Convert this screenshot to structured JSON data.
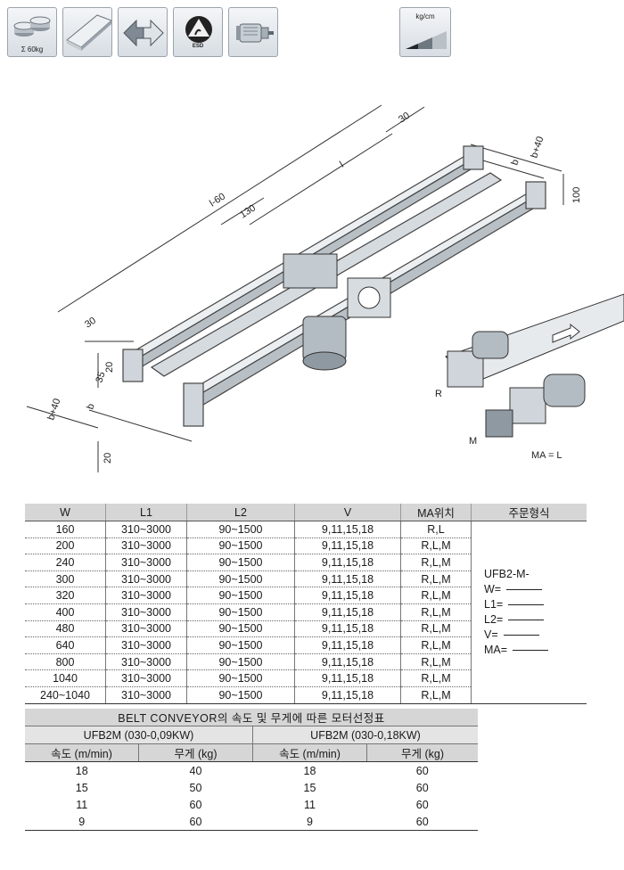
{
  "icons": [
    {
      "name": "load-weights-icon",
      "caption": "Σ 60kg"
    },
    {
      "name": "timing-belt-icon",
      "caption": ""
    },
    {
      "name": "bidirectional-arrow-icon",
      "caption": ""
    },
    {
      "name": "esd-warning-icon",
      "caption": "ESD"
    },
    {
      "name": "motor-icon",
      "caption": ""
    },
    {
      "name": "load-rating-icon",
      "caption": "kg/cm"
    }
  ],
  "drawing": {
    "dimensions": [
      "l-60",
      "l",
      "30",
      "130",
      "30",
      "b+40",
      "b",
      "b+40",
      "b",
      "35",
      "20",
      "20",
      "100"
    ],
    "detail_labels": {
      "r": "R",
      "m": "M",
      "ma": "MA = L"
    }
  },
  "spec_table": {
    "headers": [
      "W",
      "L1",
      "L2",
      "V",
      "MA위치",
      "주문형식"
    ],
    "rows": [
      [
        "160",
        "310~3000",
        "90~1500",
        "9,11,15,18",
        "R,L"
      ],
      [
        "200",
        "310~3000",
        "90~1500",
        "9,11,15,18",
        "R,L,M"
      ],
      [
        "240",
        "310~3000",
        "90~1500",
        "9,11,15,18",
        "R,L,M"
      ],
      [
        "300",
        "310~3000",
        "90~1500",
        "9,11,15,18",
        "R,L,M"
      ],
      [
        "320",
        "310~3000",
        "90~1500",
        "9,11,15,18",
        "R,L,M"
      ],
      [
        "400",
        "310~3000",
        "90~1500",
        "9,11,15,18",
        "R,L,M"
      ],
      [
        "480",
        "310~3000",
        "90~1500",
        "9,11,15,18",
        "R,L,M"
      ],
      [
        "640",
        "310~3000",
        "90~1500",
        "9,11,15,18",
        "R,L,M"
      ],
      [
        "800",
        "310~3000",
        "90~1500",
        "9,11,15,18",
        "R,L,M"
      ],
      [
        "1040",
        "310~3000",
        "90~1500",
        "9,11,15,18",
        "R,L,M"
      ],
      [
        "240~1040",
        "310~3000",
        "90~1500",
        "9,11,15,18",
        "R,L,M"
      ]
    ],
    "order_format": {
      "title": "UFB2-M-",
      "fields": [
        "W=",
        "L1=",
        "L2=",
        "V=",
        "MA="
      ]
    }
  },
  "speed_table": {
    "title": "BELT CONVEYOR의 속도 및 무게에 따른 모터선정표",
    "groups": [
      "UFB2M (030-0,09KW)",
      "UFB2M (030-0,18KW)"
    ],
    "headers": [
      "속도 (m/min)",
      "무게 (kg)",
      "속도 (m/min)",
      "무게 (kg)"
    ],
    "rows": [
      [
        "18",
        "40",
        "18",
        "60"
      ],
      [
        "15",
        "50",
        "15",
        "60"
      ],
      [
        "11",
        "60",
        "11",
        "60"
      ],
      [
        "9",
        "60",
        "9",
        "60"
      ]
    ]
  }
}
